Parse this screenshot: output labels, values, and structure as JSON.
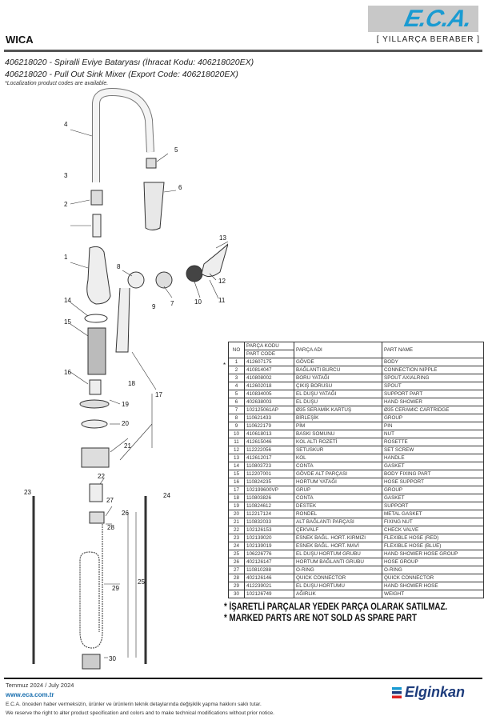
{
  "header": {
    "logo": "E.C.A.",
    "slogan": "[ YILLARÇA BERABER ]",
    "title": "WICA",
    "subtitle_tr": "406218020 - Spiralli Eviye Bataryası (İhracat Kodu: 406218020EX)",
    "subtitle_en": "406218020 - Pull Out Sink Mixer (Export Code: 406218020EX)",
    "note": "*Localization product codes are available."
  },
  "diagram": {
    "labels": [
      "1",
      "2",
      "3",
      "4",
      "5",
      "6",
      "7",
      "8",
      "9",
      "10",
      "11",
      "12",
      "13",
      "14",
      "15",
      "16",
      "17",
      "18",
      "19",
      "20",
      "21",
      "22",
      "23",
      "24",
      "25",
      "26",
      "27",
      "28",
      "29",
      "30"
    ]
  },
  "table": {
    "headers": {
      "no": "NO",
      "code_tr": "PARÇA KODU",
      "code_en": "PART CODE",
      "name_tr": "PARÇA ADI",
      "name_en": "PART NAME"
    },
    "marked_symbol": "*",
    "rows": [
      [
        "1",
        "412607175",
        "GÖVDE",
        "BODY"
      ],
      [
        "2",
        "410814047",
        "BAĞLANTI BURCU",
        "CONNECTION NIPPLE"
      ],
      [
        "3",
        "410808002",
        "BORU YATAĞI",
        "SPOUT AXIALRING"
      ],
      [
        "4",
        "412602018",
        "ÇIKIŞ BORUSU",
        "SPOUT"
      ],
      [
        "5",
        "410834005",
        "EL DUŞU YATAĞI",
        "SUPPORT PART"
      ],
      [
        "6",
        "402638003",
        "EL DUŞU",
        "HAND SHOWER"
      ],
      [
        "7",
        "102125061AP",
        "Ø35 SERAMİK KARTUŞ",
        "Ø35 CERAMIC CARTRIDGE"
      ],
      [
        "8",
        "110621433",
        "BİRLEŞİK",
        "GROUP"
      ],
      [
        "9",
        "110622179",
        "PİM",
        "PIN"
      ],
      [
        "10",
        "410618013",
        "BASKI SOMUNU",
        "NUT"
      ],
      [
        "11",
        "412615046",
        "KOL ALTI ROZETİ",
        "ROSETTE"
      ],
      [
        "12",
        "112222056",
        "SETUSKUR",
        "SET SCREW"
      ],
      [
        "13",
        "412612017",
        "KOL",
        "HANDLE"
      ],
      [
        "14",
        "110803723",
        "CONTA",
        "GASKET"
      ],
      [
        "15",
        "112207001",
        "GÖVDE ALT PARÇASI",
        "BODY FIXING PART"
      ],
      [
        "16",
        "110824235",
        "HORTUM YATAĞI",
        "HOSE SUPPORT"
      ],
      [
        "17",
        "102199600VP",
        "GRUP",
        "GROUP"
      ],
      [
        "18",
        "110803826",
        "CONTA",
        "GASKET"
      ],
      [
        "19",
        "110824612",
        "DESTEK",
        "SUPPORT"
      ],
      [
        "20",
        "112217124",
        "RONDEL",
        "METAL GASKET"
      ],
      [
        "21",
        "110832033",
        "ALT BAĞLANTI PARÇASI",
        "FIXING NUT"
      ],
      [
        "22",
        "102126153",
        "ÇEKVALF",
        "CHECK VALVE"
      ],
      [
        "23",
        "102139020",
        "ESNEK BAĞL. HORT. KIRMIZI",
        "FLEXIBLE HOSE (RED)"
      ],
      [
        "24",
        "102139019",
        "ESNEK BAĞL. HORT. MAVİ",
        "FLEXIBLE HOSE (BLUE)"
      ],
      [
        "25",
        "106226776",
        "EL DUŞU HORTUM GRUBU",
        "HAND SHOWER HOSE GROUP"
      ],
      [
        "26",
        "402126147",
        "HORTUM BAĞLANTI GRUBU",
        "HOSE GROUP"
      ],
      [
        "27",
        "110810288",
        "O-RING",
        "O-RING"
      ],
      [
        "28",
        "402126146",
        "QUICK CONNECTOR",
        "QUICK CONNECTOR"
      ],
      [
        "29",
        "412239021",
        "EL DUŞU HORTUMU",
        "HAND SHOWER HOSE"
      ],
      [
        "30",
        "102126749",
        "AĞIRLIK",
        "WEIGHT"
      ]
    ]
  },
  "warnings": {
    "tr": "* İŞARETLİ PARÇALAR YEDEK PARÇA OLARAK SATILMAZ.",
    "en": "* MARKED PARTS ARE NOT SOLD AS SPARE PART"
  },
  "footer": {
    "date": "Temmuz 2024 / July 2024",
    "website": "www.eca.com.tr",
    "disclaimer_tr": "E.C.A. önceden haber vermeksizin, ürünler ve ürünlerin teknik detaylarında değişiklik yapma hakkını saklı tutar.",
    "disclaimer_en": "We reserve the right to alter product specification and colors and to make technical modifications without prior notice.",
    "brand": "Elginkan"
  }
}
